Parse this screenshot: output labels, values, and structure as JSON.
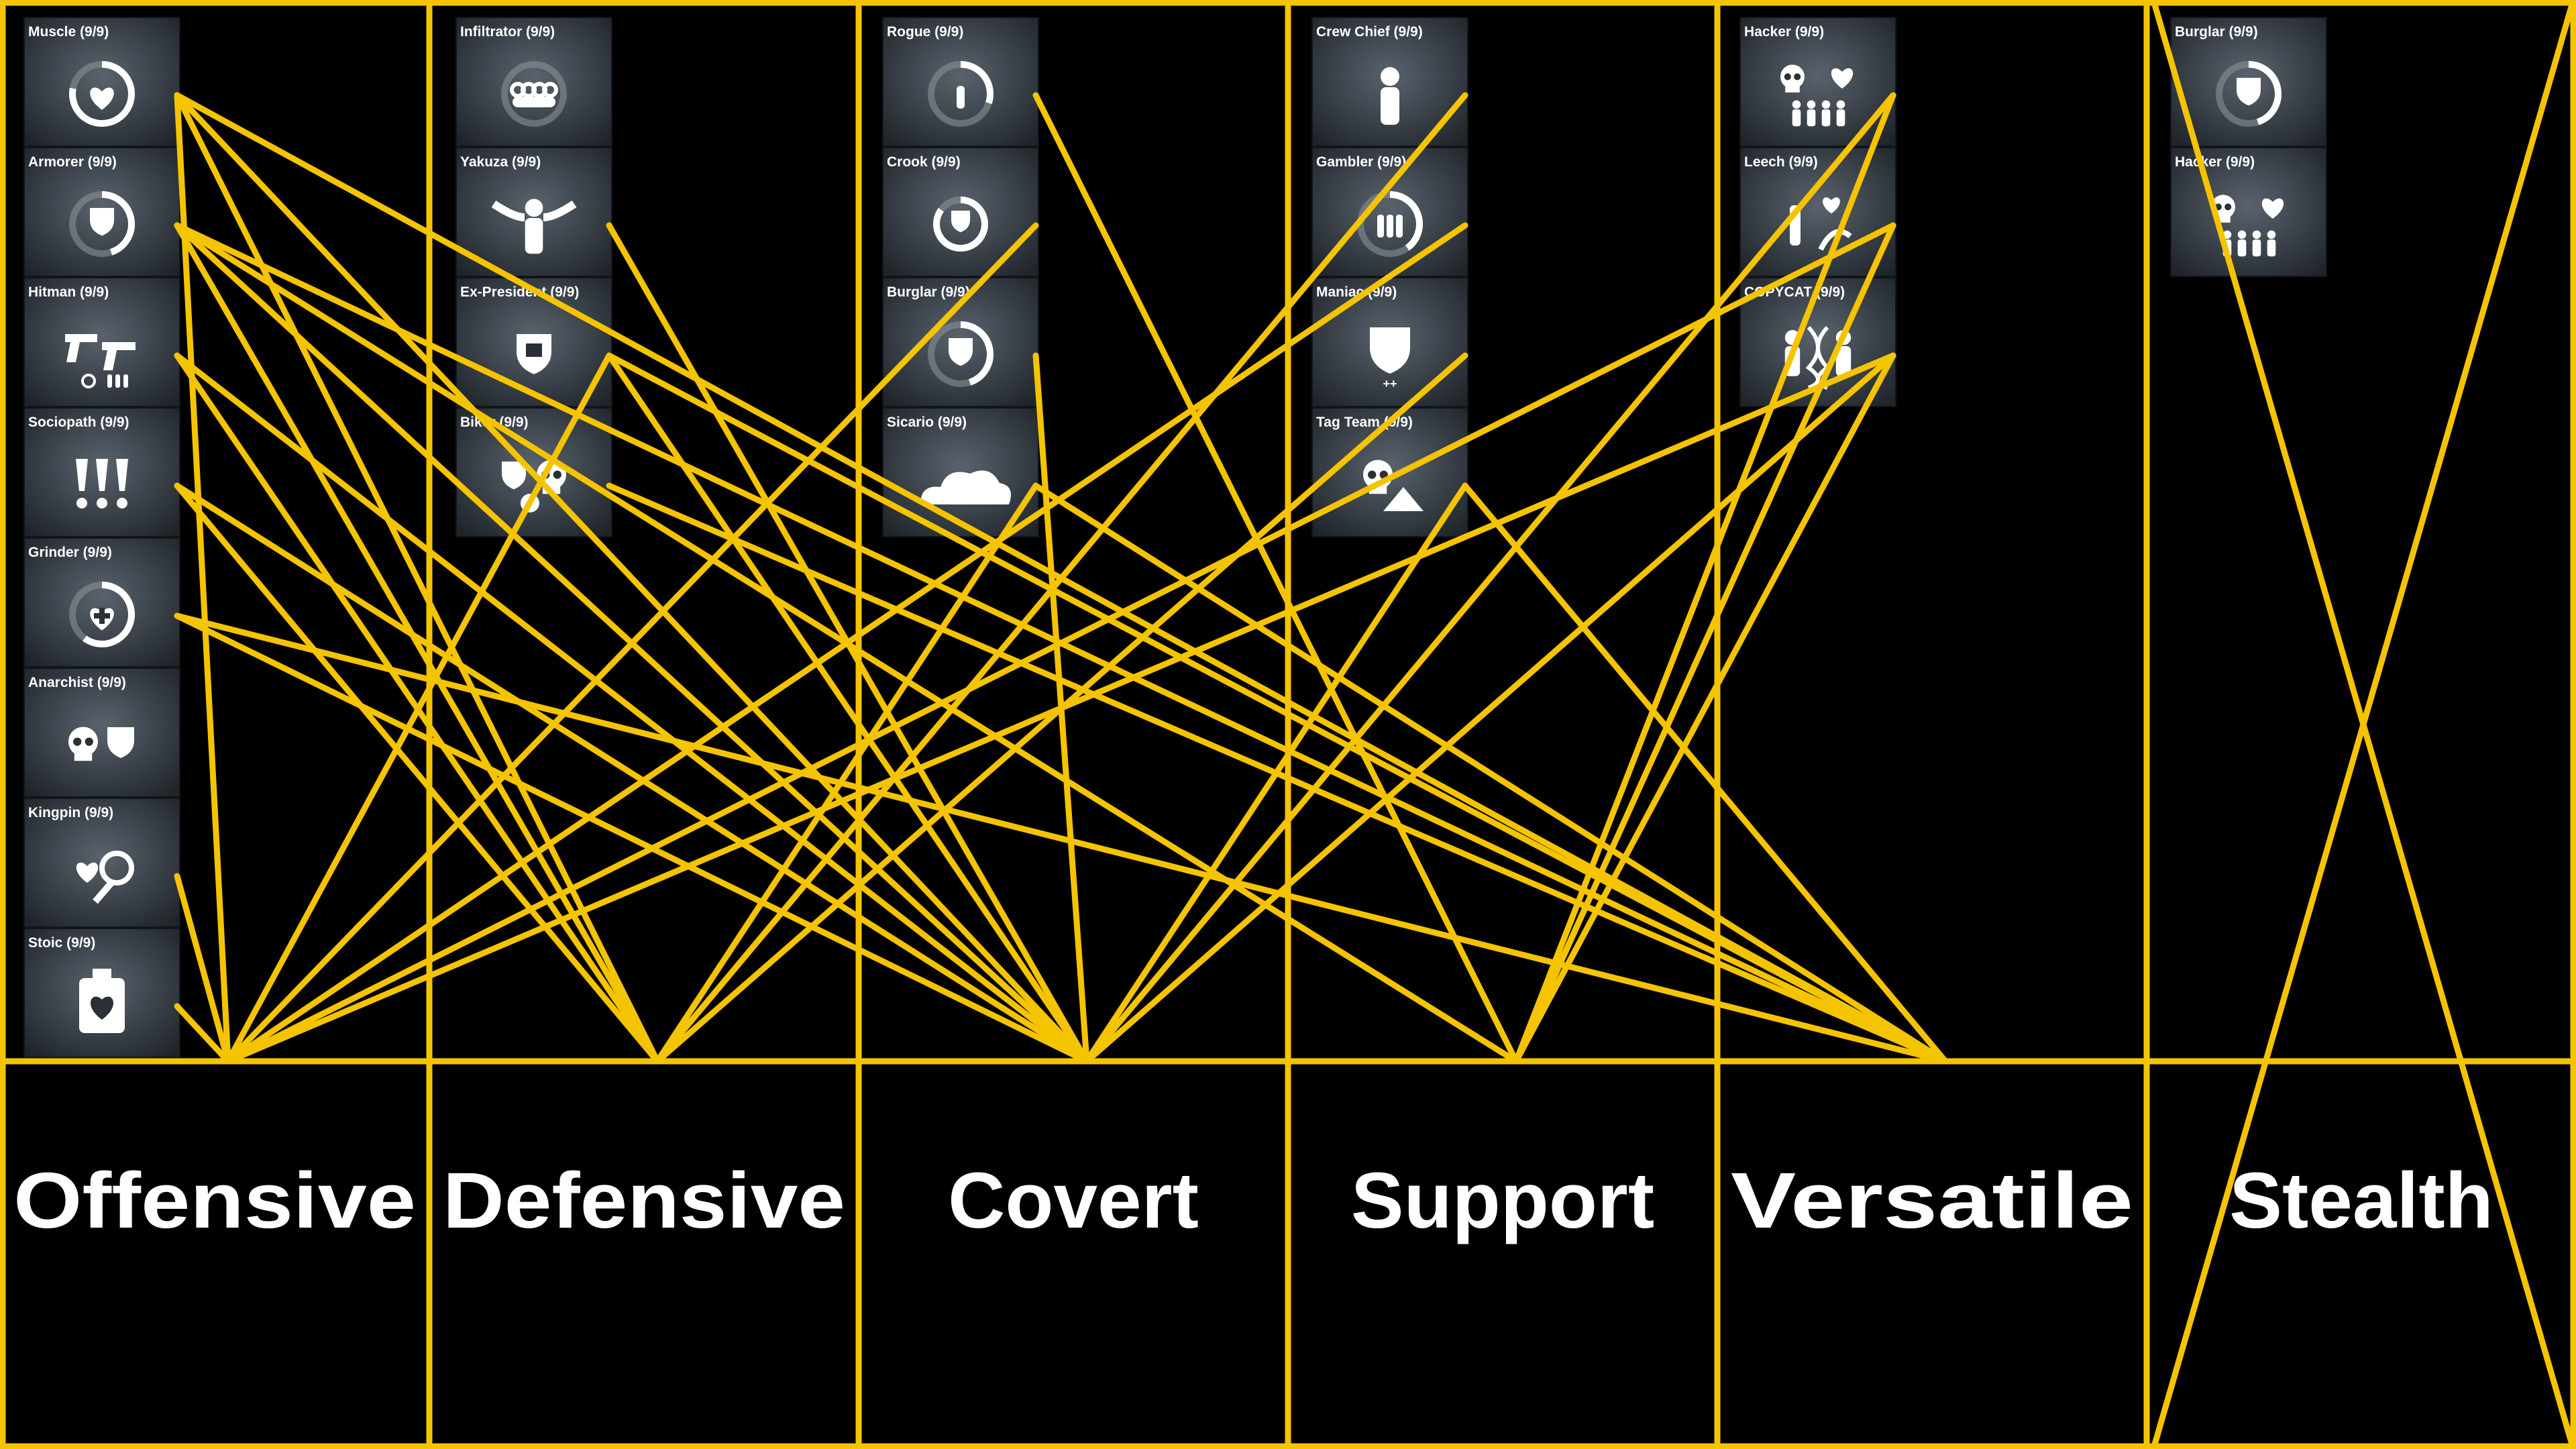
{
  "colors": {
    "background": "#000000",
    "line": "#f5c400",
    "card_bg": "#30363d",
    "card_bg_light": "#4a525b",
    "icon": "#ffffff",
    "label": "#ffffff"
  },
  "categories": [
    {
      "key": "offensive",
      "label": "Offensive",
      "crossed_out": false
    },
    {
      "key": "defensive",
      "label": "Defensive",
      "crossed_out": false
    },
    {
      "key": "covert",
      "label": "Covert",
      "crossed_out": false
    },
    {
      "key": "support",
      "label": "Support",
      "crossed_out": false
    },
    {
      "key": "versatile",
      "label": "Versatile",
      "crossed_out": false
    },
    {
      "key": "stealth",
      "label": "Stealth",
      "crossed_out": true
    }
  ],
  "columns": [
    {
      "category": "offensive",
      "perk_decks": [
        {
          "name": "Muscle (9/9)",
          "icon": "heart-ring-icon"
        },
        {
          "name": "Armorer (9/9)",
          "icon": "shield-ring-icon"
        },
        {
          "name": "Hitman (9/9)",
          "icon": "dual-pistols-icon"
        },
        {
          "name": "Sociopath (9/9)",
          "icon": "exclamation-marks-icon"
        },
        {
          "name": "Grinder (9/9)",
          "icon": "medical-ring-icon"
        },
        {
          "name": "Anarchist  (9/9)",
          "icon": "skull-shield-icon"
        },
        {
          "name": "Kingpin (9/9)",
          "icon": "heart-syringe-icon"
        },
        {
          "name": "Stoic (9/9)",
          "icon": "flask-heart-icon"
        }
      ]
    },
    {
      "category": "defensive",
      "perk_decks": [
        {
          "name": "Infiltrator (9/9)",
          "icon": "brass-knuckles-icon"
        },
        {
          "name": "Yakuza (9/9)",
          "icon": "tattooed-figure-icon"
        },
        {
          "name": "Ex-President (9/9)",
          "icon": "flag-shield-icon"
        },
        {
          "name": "Biker (9/9)",
          "icon": "shield-skull-icon"
        }
      ]
    },
    {
      "category": "covert",
      "perk_decks": [
        {
          "name": "Rogue (9/9)",
          "icon": "bullet-ring-icon"
        },
        {
          "name": "Crook (9/9)",
          "icon": "badge-ring-icon"
        },
        {
          "name": "Burglar (9/9)",
          "icon": "shield-ring-icon"
        },
        {
          "name": "Sicario (9/9)",
          "icon": "smoke-cloud-icon"
        }
      ]
    },
    {
      "category": "support",
      "perk_decks": [
        {
          "name": "Crew Chief (9/9)",
          "icon": "crew-figure-icon"
        },
        {
          "name": "Gambler (9/9)",
          "icon": "ammo-ring-icon"
        },
        {
          "name": "Maniac (9/9)",
          "icon": "mask-shield-icon"
        },
        {
          "name": "Tag Team (9/9)",
          "icon": "skull-hands-icon"
        }
      ]
    },
    {
      "category": "versatile",
      "perk_decks": [
        {
          "name": "Hacker (9/9)",
          "icon": "skull-heart-people-icon"
        },
        {
          "name": "Leech (9/9)",
          "icon": "syringe-heart-icon"
        },
        {
          "name": "COPYCAT (9/9)",
          "icon": "dna-people-icon"
        }
      ]
    },
    {
      "category": "stealth",
      "perk_decks": [
        {
          "name": "Burglar (9/9)",
          "icon": "shield-ring-icon"
        },
        {
          "name": "Hacker (9/9)",
          "icon": "skull-heart-people-icon"
        }
      ]
    }
  ],
  "connections": [
    {
      "from": "Muscle",
      "to": "offensive"
    },
    {
      "from": "Muscle",
      "to": "defensive"
    },
    {
      "from": "Muscle",
      "to": "covert"
    },
    {
      "from": "Muscle",
      "to": "versatile"
    },
    {
      "from": "Armorer",
      "to": "defensive"
    },
    {
      "from": "Armorer",
      "to": "covert"
    },
    {
      "from": "Armorer",
      "to": "support"
    },
    {
      "from": "Armorer",
      "to": "versatile"
    },
    {
      "from": "Hitman",
      "to": "defensive"
    },
    {
      "from": "Hitman",
      "to": "covert"
    },
    {
      "from": "Sociopath",
      "to": "defensive"
    },
    {
      "from": "Sociopath",
      "to": "covert"
    },
    {
      "from": "Grinder",
      "to": "covert"
    },
    {
      "from": "Grinder",
      "to": "versatile"
    },
    {
      "from": "Kingpin",
      "to": "offensive"
    },
    {
      "from": "Stoic",
      "to": "offensive"
    },
    {
      "from": "Ex-President",
      "to": "offensive"
    },
    {
      "from": "Ex-President",
      "to": "covert"
    },
    {
      "from": "Ex-President",
      "to": "versatile"
    },
    {
      "from": "Yakuza",
      "to": "covert"
    },
    {
      "from": "Biker",
      "to": "versatile"
    },
    {
      "from": "Rogue",
      "to": "support"
    },
    {
      "from": "Crook",
      "to": "offensive"
    },
    {
      "from": "Burglar",
      "to": "covert"
    },
    {
      "from": "Sicario",
      "to": "versatile"
    },
    {
      "from": "Sicario",
      "to": "defensive"
    },
    {
      "from": "Crew Chief",
      "to": "defensive"
    },
    {
      "from": "Gambler",
      "to": "offensive"
    },
    {
      "from": "Maniac",
      "to": "defensive"
    },
    {
      "from": "Tag Team",
      "to": "covert"
    },
    {
      "from": "Tag Team",
      "to": "versatile"
    },
    {
      "from": "Hacker",
      "to": "covert"
    },
    {
      "from": "Hacker",
      "to": "support"
    },
    {
      "from": "Leech",
      "to": "offensive"
    },
    {
      "from": "Leech",
      "to": "support"
    },
    {
      "from": "COPYCAT",
      "to": "covert"
    },
    {
      "from": "COPYCAT",
      "to": "support"
    },
    {
      "from": "COPYCAT",
      "to": "offensive"
    }
  ]
}
